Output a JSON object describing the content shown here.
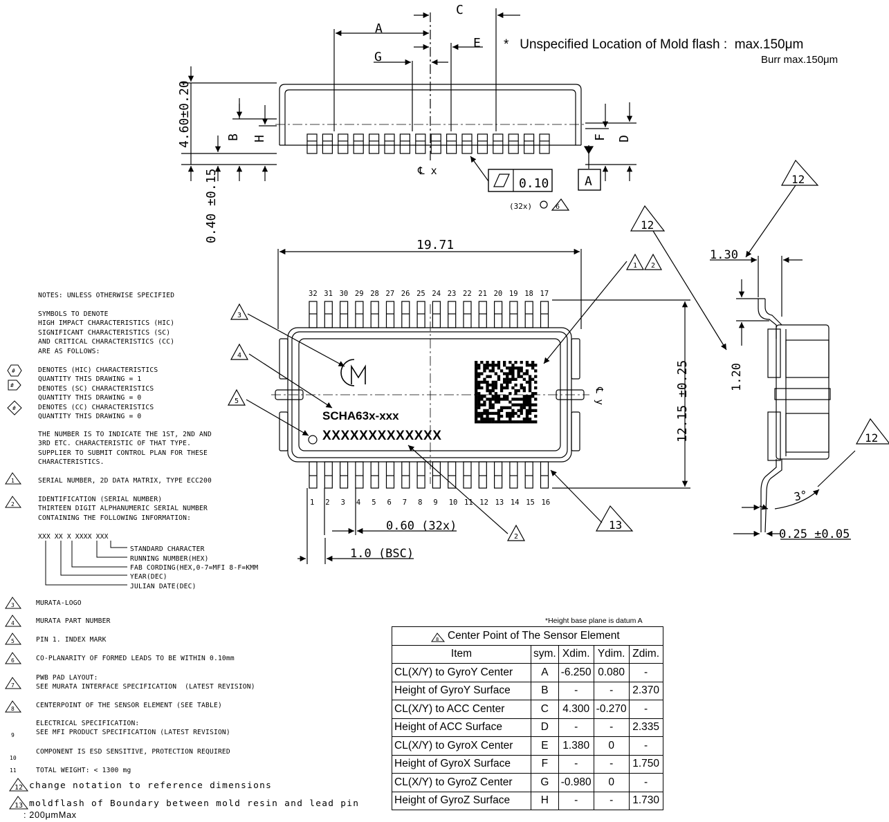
{
  "header": {
    "mold_flash": "*   Unspecified Location of Mold flash :  max.150μm",
    "burr": "Burr max.150μm"
  },
  "side_view": {
    "dims": {
      "C": "C",
      "A": "A",
      "E": "E",
      "G": "G",
      "height": "4.60±0.20",
      "standoff": "0.40  ±0.15",
      "B": "B",
      "H": "H",
      "F": "F",
      "D": "D"
    },
    "centerline": "℄ x",
    "flatness": "0.10",
    "datum": "A",
    "flatness_note": "(32x)",
    "tag_12": "12"
  },
  "top_view": {
    "width": "19.71",
    "length": "12.15  ±0.25",
    "centerline_y": "℄ y",
    "pins_top": [
      "32",
      "31",
      "30",
      "29",
      "28",
      "27",
      "26",
      "25",
      "24",
      "23",
      "22",
      "21",
      "20",
      "19",
      "18",
      "17"
    ],
    "pins_bottom": [
      "1",
      "2",
      "3",
      "4",
      "5",
      "6",
      "7",
      "8",
      "9",
      "10",
      "11",
      "12",
      "13",
      "14",
      "15",
      "16"
    ],
    "part_number": "SCHA63x-xxx",
    "serial": "XXXXXXXXXXXXX",
    "pitch": "0.60 (32x)",
    "bsc": "1.0 (BSC)",
    "tags": [
      "1",
      "2",
      "3",
      "4",
      "5",
      "12",
      "13"
    ]
  },
  "end_view": {
    "lead_width": "1.30",
    "lead_height": "1.20",
    "angle": "3°",
    "thickness": "0.25 ±0.05",
    "tag_12": "12"
  },
  "notes": {
    "header": "NOTES: UNLESS OTHERWISE SPECIFIED",
    "symbols": "SYMBOLS TO DENOTE\nHIGH IMPACT CHARACTERISTICS (HIC)\nSIGNIFICANT CHARACTERISTICS (SC)\nAND CRITICAL CHARACTERISTICS (CC)\nARE AS FOLLOWS:",
    "hic": "DENOTES (HIC) CHARACTERISTICS\nQUANTITY THIS DRAWING = 1",
    "sc": "DENOTES (SC) CHARACTERISTICS\nQUANTITY THIS DRAWING = 0",
    "cc": "DENOTES (CC) CHARACTERISTICS\nQUANTITY THIS DRAWING = 0",
    "number_note": "THE NUMBER IS TO INDICATE THE 1ST, 2ND AND\n3RD ETC. CHARACTERISTIC OF THAT TYPE.\nSUPPLIER TO SUBMIT CONTROL PLAN FOR THESE\nCHARACTERISTICS.",
    "n1": "SERIAL NUMBER, 2D DATA MATRIX, TYPE ECC200",
    "n2": "IDENTIFICATION (SERIAL NUMBER)\nTHIRTEEN DIGIT ALPHANUMERIC SERIAL NUMBER\nCONTAINING THE FOLLOWING INFORMATION:",
    "format": "XXX XX X XXXX XXX",
    "format_items": [
      "STANDARD CHARACTER",
      "RUNNING NUMBER(HEX)",
      "FAB CORDING(HEX,0-7=MFI 8-F=KMM",
      "YEAR(DEC)",
      "JULIAN DATE(DEC)"
    ],
    "n3": "MURATA-LOGO",
    "n4": "MURATA PART NUMBER",
    "n5": "PIN 1. INDEX MARK",
    "n6": "CO-PLANARITY OF FORMED LEADS TO BE WITHIN 0.10mm",
    "n7": "PWB PAD LAYOUT:\nSEE MURATA INTERFACE SPECIFICATION  (LATEST REVISION)",
    "n8": "CENTERPOINT OF THE SENSOR ELEMENT (SEE TABLE)",
    "n9": "ELECTRICAL SPECIFICATION:\nSEE MFI PRODUCT SPECIFICATION (LATEST REVISION)",
    "n10": "COMPONENT IS ESD SENSITIVE, PROTECTION REQUIRED",
    "n11": "TOTAL WEIGHT: < 1300 mg",
    "n12": "change notation to reference dimensions",
    "n13a": "moldflash of Boundary between mold resin and lead pin",
    "n13b": ": 200μmMax",
    "nums": {
      "n1": "1",
      "n2": "2",
      "n3": "3",
      "n4": "4",
      "n5": "5",
      "n6": "6",
      "n7": "7",
      "n8": "8",
      "n9": "9",
      "n10": "10",
      "n11": "11",
      "n12": "12",
      "n13": "13"
    }
  },
  "sensor_table": {
    "note": "*Height base plane is datum A",
    "title": "Center Point of The Sensor Element",
    "title_tag": "8",
    "headers": [
      "Item",
      "sym.",
      "Xdim.",
      "Ydim.",
      "Zdim."
    ],
    "rows": [
      [
        "CL(X/Y) to GyroY Center",
        "A",
        "-6.250",
        "0.080",
        "-"
      ],
      [
        "Height of  GyroY Surface",
        "B",
        "-",
        "-",
        "2.370"
      ],
      [
        "CL(X/Y) to ACC   Center",
        "C",
        "4.300",
        "-0.270",
        "-"
      ],
      [
        "Height of  ACC   Surface",
        "D",
        "-",
        "-",
        "2.335"
      ],
      [
        "CL(X/Y) to GyroX Center",
        "E",
        "1.380",
        "0",
        "-"
      ],
      [
        "Height of  GyroX Surface",
        "F",
        "-",
        "-",
        "1.750"
      ],
      [
        "CL(X/Y) to GyroZ Center",
        "G",
        "-0.980",
        "0",
        "-"
      ],
      [
        "Height of  GyroZ Surface",
        "H",
        "-",
        "-",
        "1.730"
      ]
    ]
  }
}
